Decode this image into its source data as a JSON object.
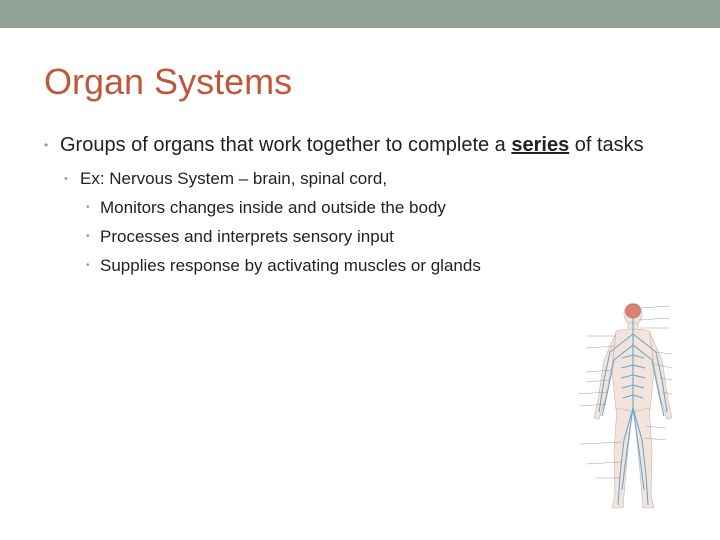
{
  "slide": {
    "title": "Organ Systems",
    "bullet1": {
      "before": "Groups of organs that work together to complete a ",
      "emphasis": "series",
      "after": " of tasks"
    },
    "bullet2": "Ex: Nervous System – brain, spinal cord,",
    "sub_bullets": [
      "Monitors changes inside and outside the body",
      "Processes and interprets sensory input",
      "Supplies response by activating muscles or glands"
    ],
    "bullet_glyph": "•"
  },
  "colors": {
    "band": "#93a299",
    "title": "#c0573a",
    "nerves": "#7fb3d5",
    "brain": "#d9826f"
  }
}
